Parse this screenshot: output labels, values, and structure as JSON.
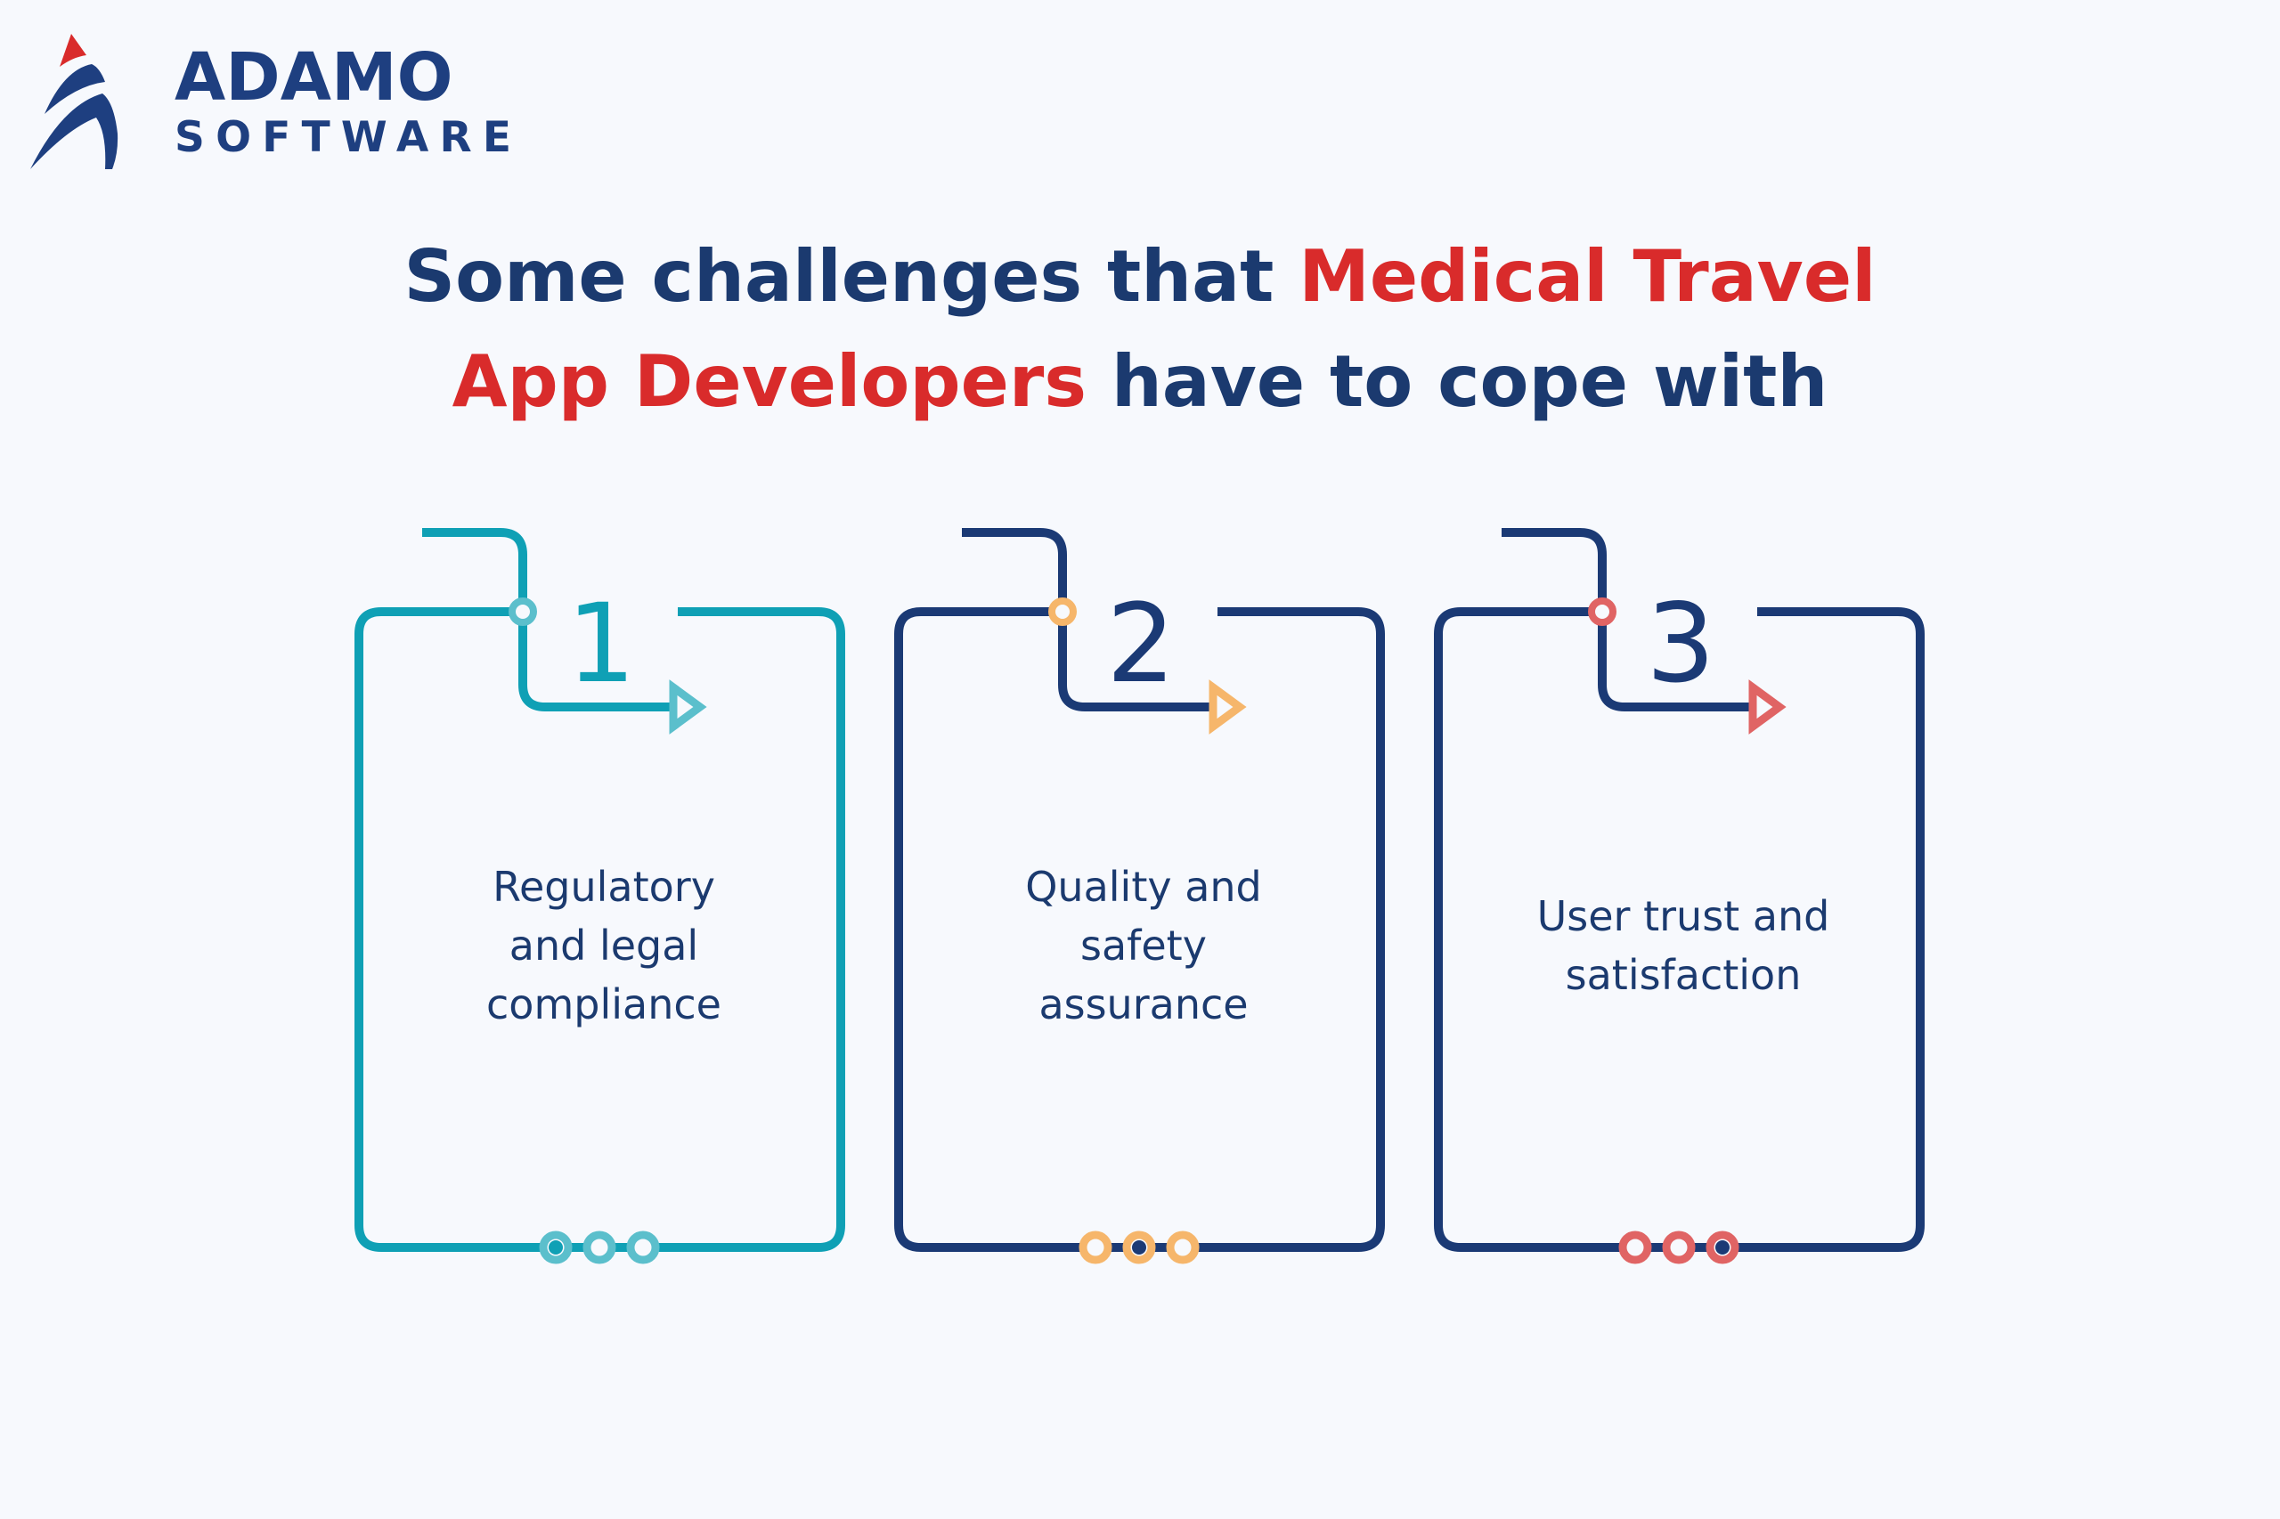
{
  "logo": {
    "line1": "ADAMO",
    "line2": "SOFTWARE"
  },
  "title": {
    "line1_dark": "Some challenges that ",
    "line1_red": "Medical Travel",
    "line2_red": "App Developers",
    "line2_dark": " have to cope with"
  },
  "colors": {
    "navy": "#1b3a6f",
    "red": "#d92b2b",
    "bg": "#f7f9fd"
  },
  "cards": [
    {
      "number": "1",
      "lines": [
        "Regulatory",
        "and legal",
        "compliance"
      ],
      "line_color": "#0fa0b5",
      "accent": "#5bbfcc",
      "number_color": "#0fa0b5",
      "active_dot": 0,
      "center_dot_color": "#0fa0b5"
    },
    {
      "number": "2",
      "lines": [
        "Quality and",
        "safety",
        "assurance"
      ],
      "line_color": "#1b3a75",
      "accent": "#f6b66b",
      "number_color": "#1b3a75",
      "active_dot": 1,
      "center_dot_color": "#1b3a75"
    },
    {
      "number": "3",
      "lines": [
        "User trust and",
        "satisfaction"
      ],
      "line_color": "#1b3a75",
      "accent": "#e06464",
      "number_color": "#1b3a75",
      "active_dot": 2,
      "center_dot_color": "#1b3a75"
    }
  ]
}
